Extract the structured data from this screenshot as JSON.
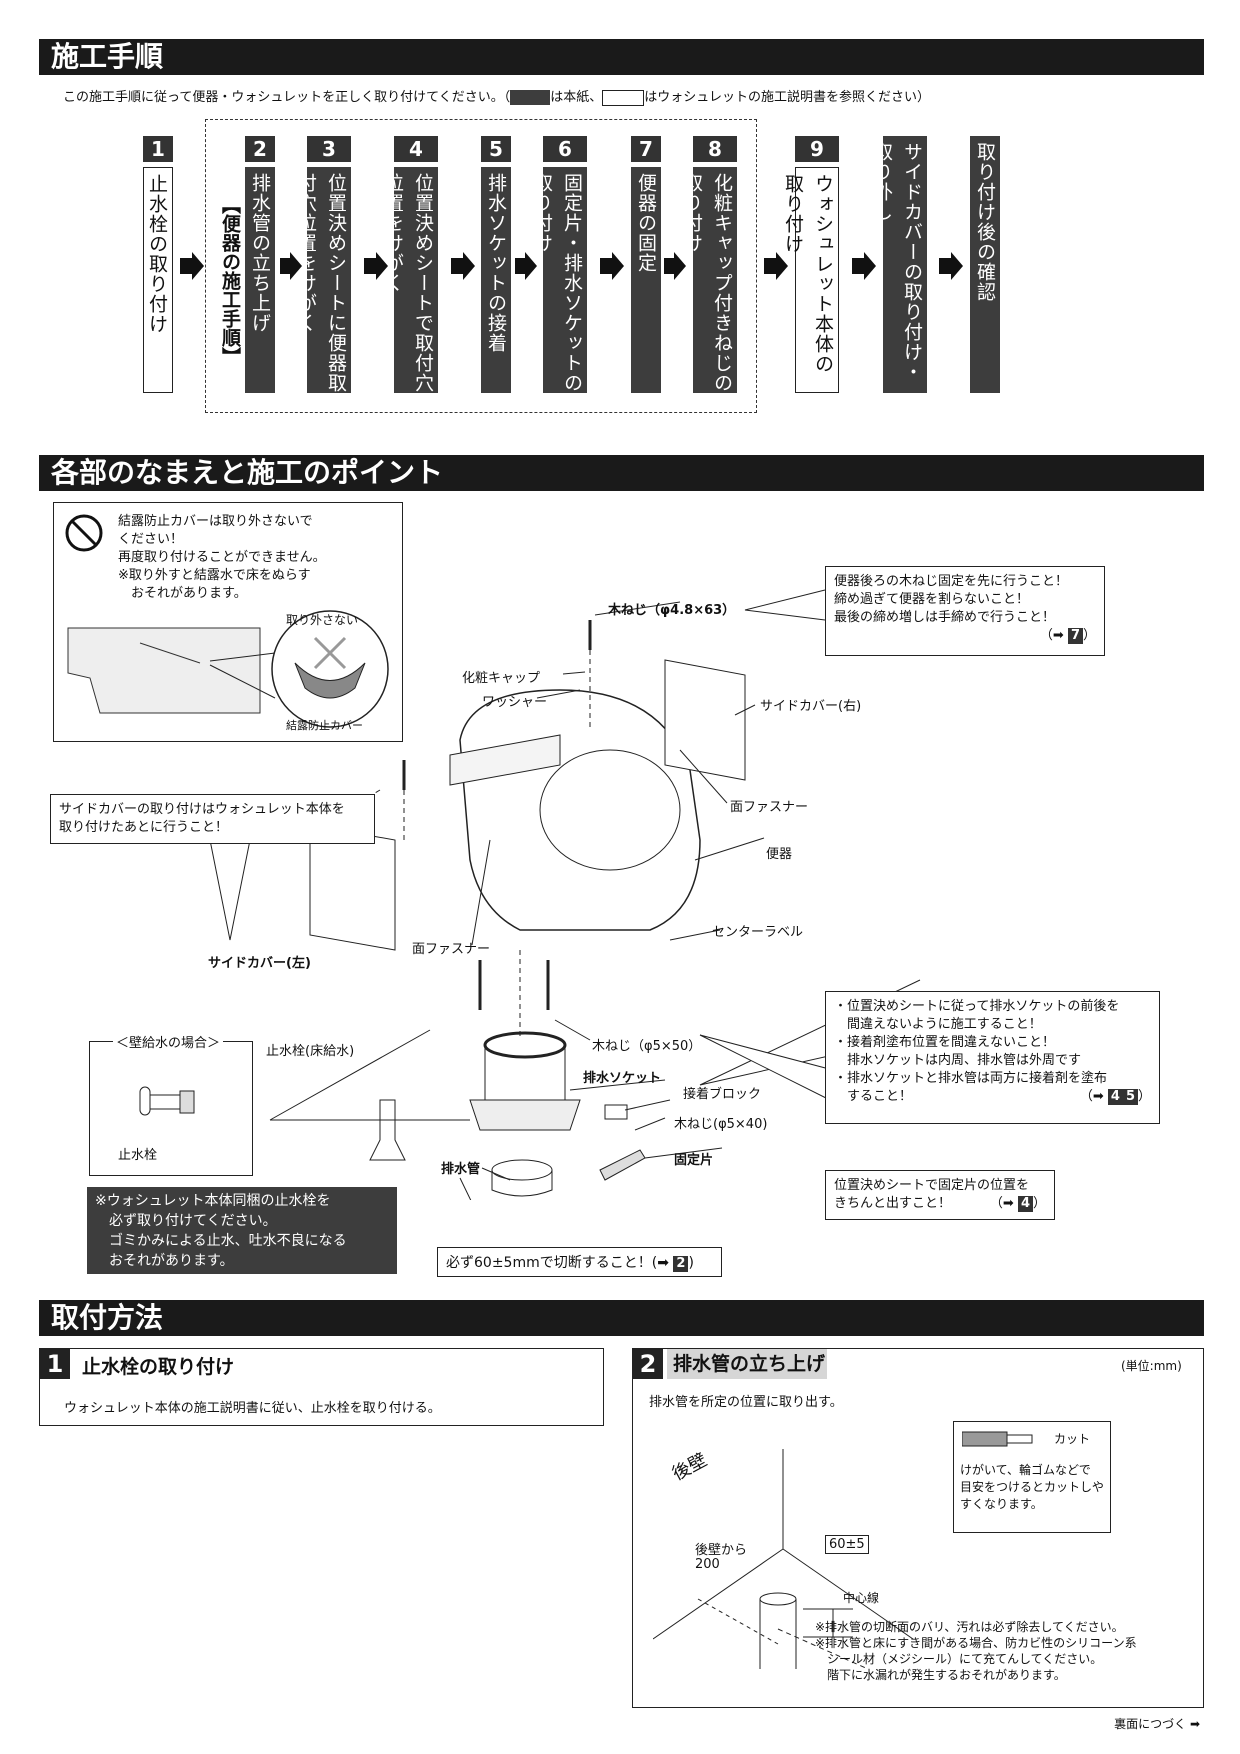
{
  "sections": {
    "procedure_title": "施工手順",
    "parts_title": "各部のなまえと施工のポイント",
    "method_title": "取付方法"
  },
  "procedure": {
    "intro_prefix": "この施工手順に従って便器・ウォシュレットを正しく取り付けてください。（",
    "intro_mid": "は本紙、",
    "intro_suffix": "はウォシュレットの施工説明書を参照ください）",
    "group_label": "【便器の施工手順】",
    "steps": [
      {
        "num": "1",
        "label": "止水栓の取り付け"
      },
      {
        "num": "2",
        "label": "排水管の立ち上げ"
      },
      {
        "num": "3",
        "label": "位置決めシートに便器取付穴位置をけがく"
      },
      {
        "num": "4",
        "label": "位置決めシートで取付穴位置をけがく"
      },
      {
        "num": "5",
        "label": "排水ソケットの接着"
      },
      {
        "num": "6",
        "label": "固定片・排水ソケットの取り付け"
      },
      {
        "num": "7",
        "label": "便器の固定"
      },
      {
        "num": "8",
        "label": "化粧キャップ付きねじの取り付け"
      },
      {
        "num": "9",
        "label": "ウォシュレット本体の取り付け"
      },
      {
        "num": "",
        "label": "サイドカバーの取り付け・取り外し"
      },
      {
        "num": "",
        "label": "取り付け後の確認"
      }
    ]
  },
  "parts": {
    "warning_lines": [
      "結露防止カバーは取り外さないで",
      "ください！",
      "再度取り付けることができません。",
      "※取り外すと結露水で床をぬらす",
      "　おそれがあります。"
    ],
    "dont_remove": "取り外さない",
    "condensation_cover": "結露防止カバー",
    "screw_top": "木ねじ（φ4.8×63）",
    "screw_callout": [
      "便器後ろの木ねじ固定を先に行うこと！",
      "締め過ぎて便器を割らないこと！",
      "最後の締め増しは手締めで行うこと！"
    ],
    "screw_ref": "7",
    "cap": "化粧キャップ",
    "washer": "ワッシャー",
    "side_cover_right": "サイドカバー(右)",
    "face_fastener": "面ファスナー",
    "toilet": "便器",
    "center_label": "センターラベル",
    "side_cover_note": [
      "サイドカバーの取り付けはウォシュレット本体を",
      "取り付けたあとに行うこと！"
    ],
    "side_cover_left": "サイドカバー(左)",
    "face_fastener2": "面ファスナー",
    "wall_supply": "＜壁給水の場合＞",
    "stop_valve": "止水栓",
    "stop_valve_floor": "止水栓(床給水)",
    "screw_50": "木ねじ（φ5×50）",
    "drain_socket": "排水ソケット",
    "adhesive_block": "接着ブロック",
    "screw_40": "木ねじ(φ5×40)",
    "fixing_piece": "固定片",
    "drain_pipe": "排水管",
    "socket_callout": [
      "・位置決めシートに従って排水ソケットの前後を",
      "　間違えないように施工すること！",
      "・接着剤塗布位置を間違えないこと！",
      "　排水ソケットは内周、排水管は外周です",
      "・排水ソケットと排水管は両方に接着剤を塗布",
      "　すること！"
    ],
    "socket_ref1": "4",
    "socket_ref2": "5",
    "fix_callout": [
      "位置決めシートで固定片の位置を",
      "きちんと出すこと！"
    ],
    "fix_ref": "4",
    "valve_note": [
      "※ウォシュレット本体同梱の止水栓を",
      "　必ず取り付けてください。",
      "　ゴミかみによる止水、吐水不良になる",
      "　おそれがあります。"
    ],
    "cut_note": "必ず60±5mmで切断すること！(",
    "cut_ref": "2"
  },
  "method": {
    "step1_num": "1",
    "step1_title": "止水栓の取り付け",
    "step1_text": "ウォシュレット本体の施工説明書に従い、止水栓を取り付ける。",
    "step2_num": "2",
    "step2_title": "排水管の立ち上げ",
    "unit": "(単位:mm)",
    "step2_text": "排水管を所定の位置に取り出す。",
    "cut": "カット",
    "cut_tip": [
      "けがいて、輪ゴムなどで",
      "目安をつけるとカットしや",
      "すくなります。"
    ],
    "rear_wall": "後壁",
    "from_rear": "後壁から",
    "dist_200": "200",
    "height": "60±5",
    "center_line": "中心線",
    "notes": [
      "※排水管の切断面のバリ、汚れは必ず除去してください。",
      "※排水管と床にすき間がある場合、防カビ性のシリコーン系",
      "　シール材（メジシール）にて充てんしてください。",
      "　階下に水漏れが発生するおそれがあります。"
    ],
    "continue": "裏面につづく"
  }
}
